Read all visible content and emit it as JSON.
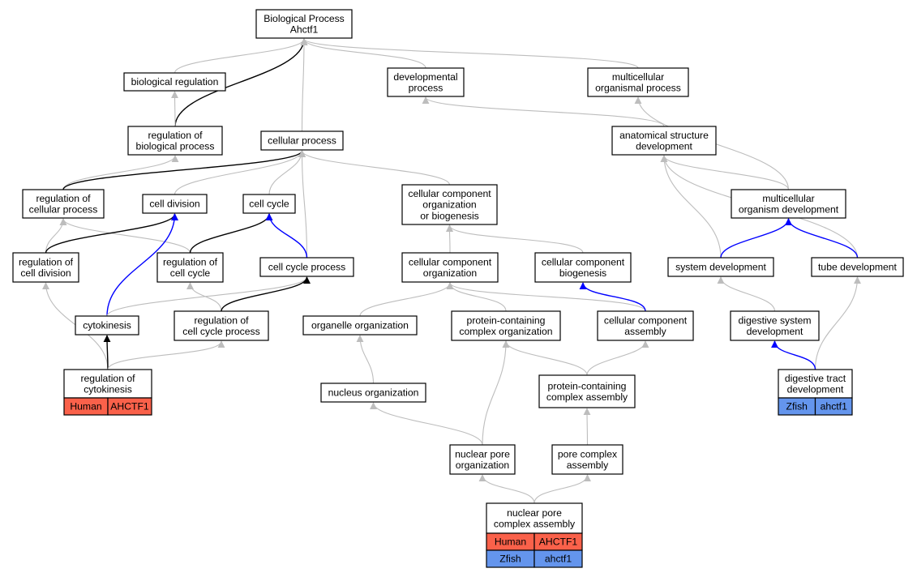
{
  "colors": {
    "edge_default": "#bdbdbd",
    "edge_black": "#000000",
    "edge_blue": "#0000ff",
    "human": "#fa614a",
    "zfish": "#6495ed"
  },
  "nodes": {
    "root": {
      "lines": [
        "Biological Process",
        "Ahctf1"
      ]
    },
    "bioreg": {
      "lines": [
        "biological regulation"
      ]
    },
    "devproc": {
      "lines": [
        "developmental",
        "process"
      ]
    },
    "multiproc": {
      "lines": [
        "multicellular",
        "organismal process"
      ]
    },
    "regbio": {
      "lines": [
        "regulation of",
        "biological process"
      ]
    },
    "cellproc": {
      "lines": [
        "cellular process"
      ]
    },
    "anatdev": {
      "lines": [
        "anatomical structure",
        "development"
      ]
    },
    "regcell": {
      "lines": [
        "regulation of",
        "cellular process"
      ]
    },
    "celldiv": {
      "lines": [
        "cell division"
      ]
    },
    "cellcycle": {
      "lines": [
        "cell cycle"
      ]
    },
    "ccob": {
      "lines": [
        "cellular component",
        "organization",
        "or biogenesis"
      ]
    },
    "multidev": {
      "lines": [
        "multicellular",
        "organism development"
      ]
    },
    "regdiv": {
      "lines": [
        "regulation of",
        "cell division"
      ]
    },
    "regcc": {
      "lines": [
        "regulation of",
        "cell cycle"
      ]
    },
    "ccproc": {
      "lines": [
        "cell cycle process"
      ]
    },
    "ccorg": {
      "lines": [
        "cellular component",
        "organization"
      ]
    },
    "ccbio": {
      "lines": [
        "cellular component",
        "biogenesis"
      ]
    },
    "sysdev": {
      "lines": [
        "system development"
      ]
    },
    "tubedev": {
      "lines": [
        "tube development"
      ]
    },
    "cytok": {
      "lines": [
        "cytokinesis"
      ]
    },
    "regccp": {
      "lines": [
        "regulation of",
        "cell cycle process"
      ]
    },
    "orgorg": {
      "lines": [
        "organelle organization"
      ]
    },
    "pcco": {
      "lines": [
        "protein-containing",
        "complex organization"
      ]
    },
    "ccasm": {
      "lines": [
        "cellular component",
        "assembly"
      ]
    },
    "digsys": {
      "lines": [
        "digestive system",
        "development"
      ]
    },
    "regcyt": {
      "lines": [
        "regulation of",
        "cytokinesis"
      ],
      "genes": [
        {
          "species": "Human",
          "symbol": "AHCTF1"
        }
      ]
    },
    "nucorg": {
      "lines": [
        "nucleus organization"
      ]
    },
    "pcasm": {
      "lines": [
        "protein-containing",
        "complex assembly"
      ]
    },
    "digtract": {
      "lines": [
        "digestive tract",
        "development"
      ],
      "genes": [
        {
          "species": "Zfish",
          "symbol": "ahctf1"
        }
      ]
    },
    "npo": {
      "lines": [
        "nuclear pore",
        "organization"
      ]
    },
    "pcxa": {
      "lines": [
        "pore complex",
        "assembly"
      ]
    },
    "npca": {
      "lines": [
        "nuclear pore",
        "complex assembly"
      ],
      "genes": [
        {
          "species": "Human",
          "symbol": "AHCTF1"
        },
        {
          "species": "Zfish",
          "symbol": "ahctf1"
        }
      ]
    }
  },
  "edges": [
    {
      "from": "bioreg",
      "to": "root",
      "style": "default"
    },
    {
      "from": "regbio",
      "to": "root",
      "style": "black"
    },
    {
      "from": "cellproc",
      "to": "root",
      "style": "default"
    },
    {
      "from": "devproc",
      "to": "root",
      "style": "default"
    },
    {
      "from": "multiproc",
      "to": "root",
      "style": "default"
    },
    {
      "from": "regbio",
      "to": "bioreg",
      "style": "default"
    },
    {
      "from": "anatdev",
      "to": "devproc",
      "style": "default"
    },
    {
      "from": "multidev",
      "to": "multiproc",
      "style": "default"
    },
    {
      "from": "regcell",
      "to": "regbio",
      "style": "default"
    },
    {
      "from": "regcell",
      "to": "cellproc",
      "style": "black"
    },
    {
      "from": "celldiv",
      "to": "cellproc",
      "style": "default"
    },
    {
      "from": "cellcycle",
      "to": "cellproc",
      "style": "default"
    },
    {
      "from": "ccproc",
      "to": "cellproc",
      "style": "default"
    },
    {
      "from": "ccob",
      "to": "cellproc",
      "style": "default"
    },
    {
      "from": "multidev",
      "to": "anatdev",
      "style": "default"
    },
    {
      "from": "sysdev",
      "to": "anatdev",
      "style": "default"
    },
    {
      "from": "tubedev",
      "to": "anatdev",
      "style": "default"
    },
    {
      "from": "regdiv",
      "to": "regcell",
      "style": "default"
    },
    {
      "from": "regcc",
      "to": "regcell",
      "style": "default"
    },
    {
      "from": "regdiv",
      "to": "celldiv",
      "style": "black"
    },
    {
      "from": "cytok",
      "to": "celldiv",
      "style": "blue"
    },
    {
      "from": "regcc",
      "to": "cellcycle",
      "style": "black"
    },
    {
      "from": "ccproc",
      "to": "cellcycle",
      "style": "blue"
    },
    {
      "from": "ccorg",
      "to": "ccob",
      "style": "default"
    },
    {
      "from": "ccbio",
      "to": "ccob",
      "style": "default"
    },
    {
      "from": "sysdev",
      "to": "multidev",
      "style": "blue"
    },
    {
      "from": "tubedev",
      "to": "multidev",
      "style": "blue"
    },
    {
      "from": "regcyt",
      "to": "regdiv",
      "style": "default"
    },
    {
      "from": "regccp",
      "to": "regcc",
      "style": "default"
    },
    {
      "from": "cytok",
      "to": "ccproc",
      "style": "default"
    },
    {
      "from": "regccp",
      "to": "ccproc",
      "style": "black"
    },
    {
      "from": "orgorg",
      "to": "ccorg",
      "style": "default"
    },
    {
      "from": "pcco",
      "to": "ccorg",
      "style": "default"
    },
    {
      "from": "ccasm",
      "to": "ccorg",
      "style": "default"
    },
    {
      "from": "ccasm",
      "to": "ccbio",
      "style": "blue"
    },
    {
      "from": "digsys",
      "to": "sysdev",
      "style": "default"
    },
    {
      "from": "digtract",
      "to": "tubedev",
      "style": "default"
    },
    {
      "from": "regcyt",
      "to": "cytok",
      "style": "black"
    },
    {
      "from": "regcyt",
      "to": "regccp",
      "style": "default"
    },
    {
      "from": "nucorg",
      "to": "orgorg",
      "style": "default"
    },
    {
      "from": "pcasm",
      "to": "pcco",
      "style": "default"
    },
    {
      "from": "pcasm",
      "to": "ccasm",
      "style": "default"
    },
    {
      "from": "digtract",
      "to": "digsys",
      "style": "blue"
    },
    {
      "from": "npo",
      "to": "nucorg",
      "style": "default"
    },
    {
      "from": "npo",
      "to": "pcco",
      "style": "default"
    },
    {
      "from": "pcxa",
      "to": "pcasm",
      "style": "default"
    },
    {
      "from": "npca",
      "to": "npo",
      "style": "default"
    },
    {
      "from": "npca",
      "to": "pcxa",
      "style": "default"
    }
  ]
}
